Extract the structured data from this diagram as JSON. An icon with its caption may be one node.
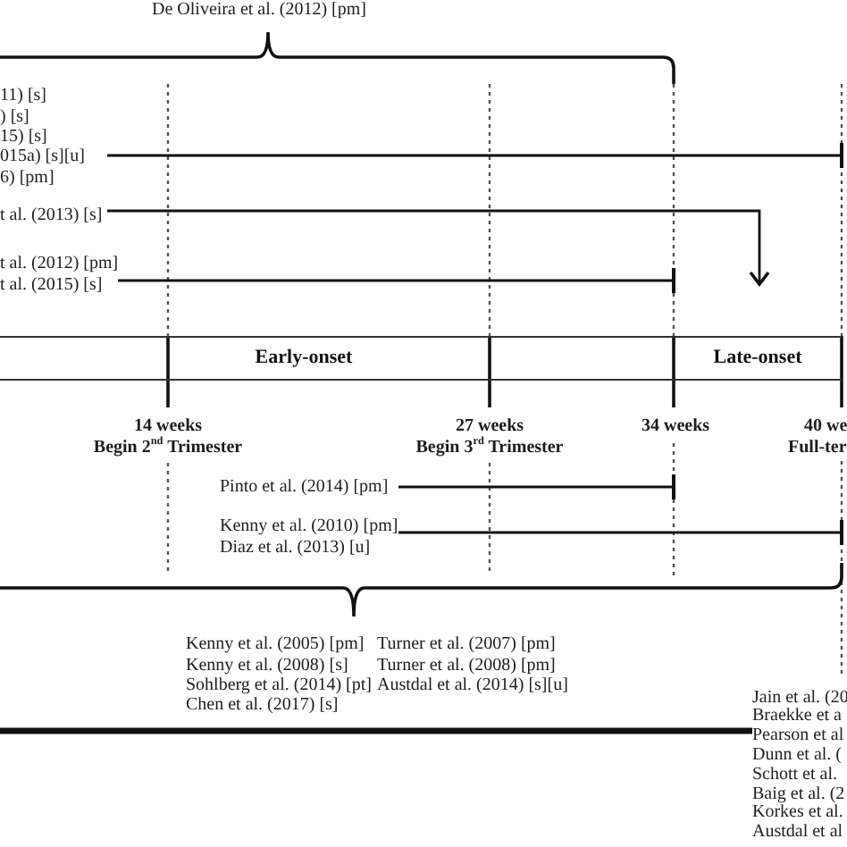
{
  "diagram": {
    "nodes": [
      {
        "text": [
          "11) [s]",
          ") [s]",
          "15) [s]",
          "015a) [s][u]",
          "6) [pm]"
        ]
      },
      {
        "text": [
          "t al. (2013) [s]"
        ]
      },
      {
        "text": [
          "t al. (2012) [pm]",
          "t al. (2015) [s]"
        ]
      },
      {
        "text": [
          "Early-onset"
        ]
      },
      {
        "text": [
          "Late-onset"
        ]
      },
      {
        "text": [
          "Pinto et al. (2014) [pm]"
        ]
      },
      {
        "text": [
          "Kenny et al. (2010) [pm]",
          "Diaz et al. (2013) [u]"
        ]
      },
      {
        "text": [
          "Jain et al. (20",
          "Braekke et a",
          "Pearson et al",
          "Dunn et al. (",
          "Schott et al.",
          "Baig et al. (2",
          "Korkes et al.",
          "Austdal et al"
        ]
      }
    ],
    "edges": [
      {
        "from": 0,
        "to": null,
        "arrow": "other"
      },
      {
        "from": 1,
        "to": null,
        "arrow": "to"
      },
      {
        "from": 2,
        "to": null,
        "arrow": "other"
      },
      {
        "from": 5,
        "to": null,
        "arrow": "other"
      },
      {
        "from": 6,
        "to": null,
        "arrow": "other"
      },
      {
        "from": null,
        "to": 7,
        "arrow": "none",
        "style": "thick"
      }
    ],
    "labels": [
      "De Oliveira et al. (2012) [pm]",
      "14 weeks",
      "Begin 2$^{nd}$ Trimester",
      "27 weeks",
      "Begin 3$^{rd}$ Trimester",
      "34 weeks",
      "40 we",
      "Full-ter",
      "Kenny et al. (2005) [pm]",
      "Turner et al. (2007) [pm]",
      "Kenny et al. (2008) [s]",
      "Turner et al. (2008) [pm]",
      "Sohlberg et al. (2014) [pt]",
      "Austdal et al. (2014) [s][u]",
      "Chen et al. (2017) [s]"
    ]
  }
}
